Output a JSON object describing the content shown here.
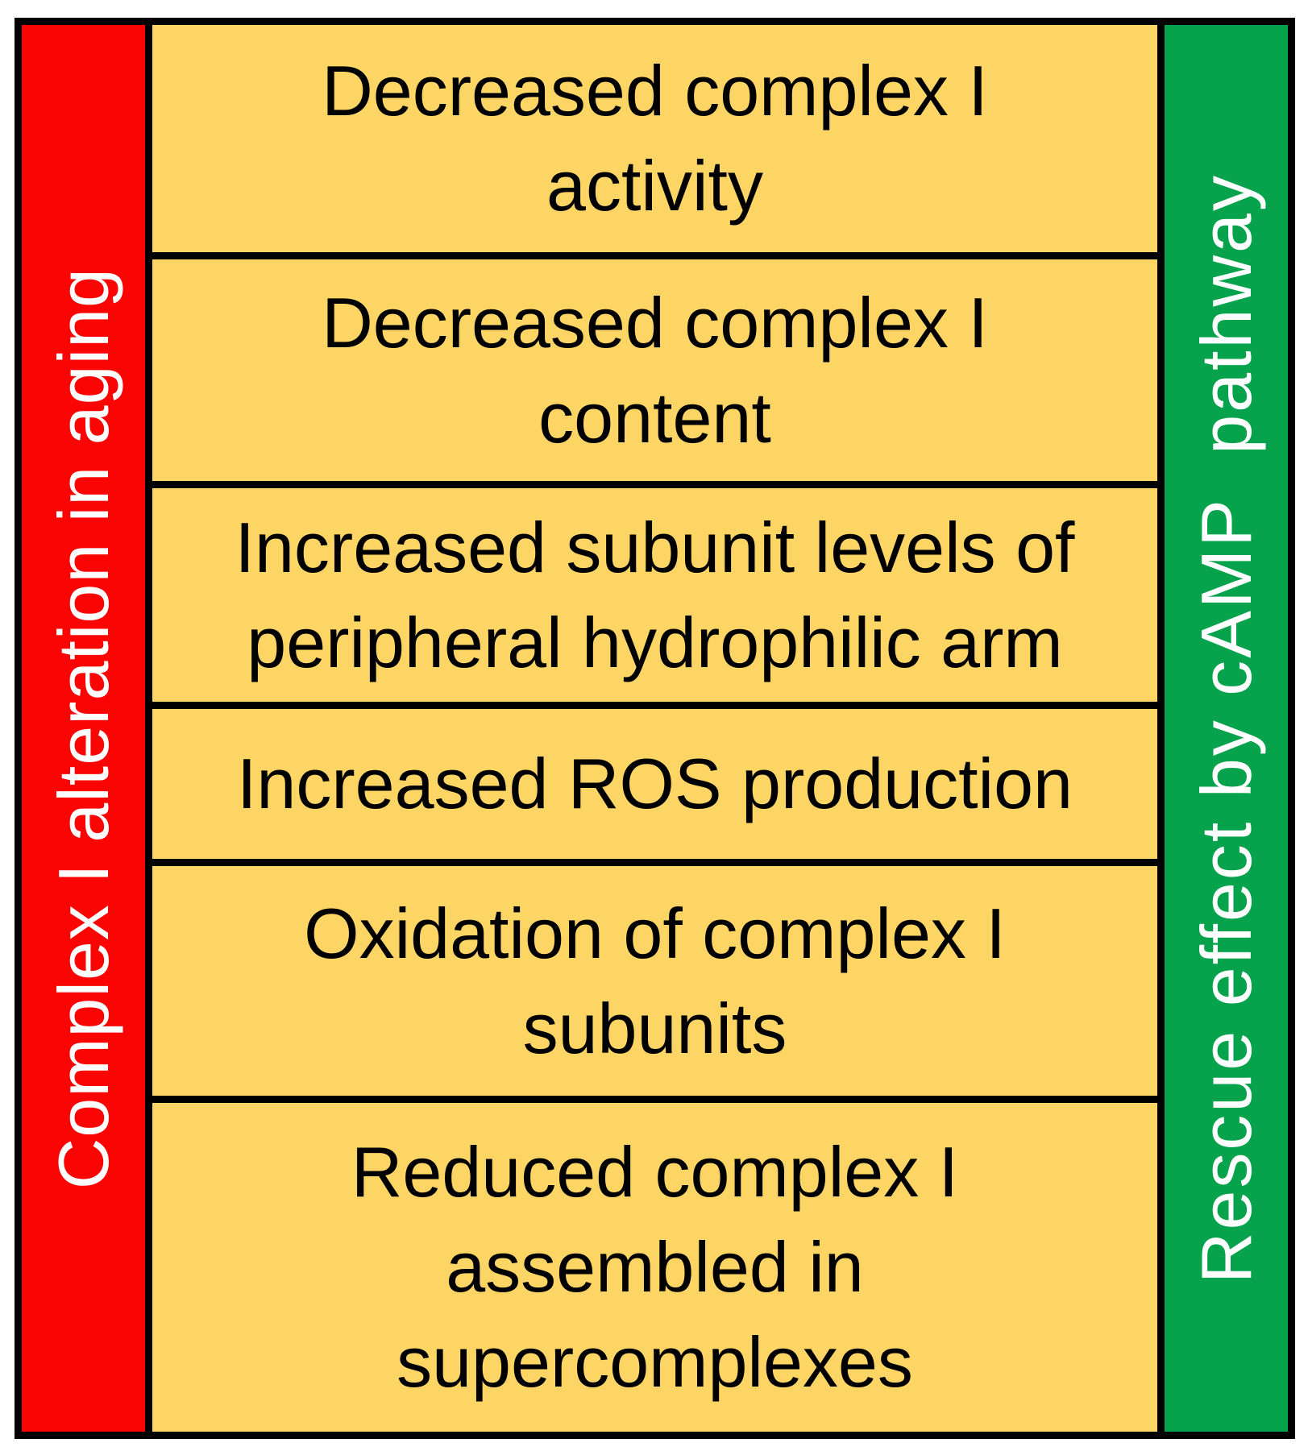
{
  "figure": {
    "border_color": "#000000",
    "left_band": {
      "label": "Complex I alteration in aging",
      "background": "#FA0404",
      "text_color": "#FFFFFF"
    },
    "center_column": {
      "background": "#FCD565",
      "text_color": "#000000",
      "rows": [
        {
          "lines": [
            "Decreased complex I",
            "activity"
          ]
        },
        {
          "lines": [
            "Decreased complex I",
            "content"
          ]
        },
        {
          "lines": [
            "Increased subunit levels of",
            "peripheral hydrophilic arm"
          ]
        },
        {
          "lines": [
            "Increased ROS production"
          ]
        },
        {
          "lines": [
            "Oxidation of complex I",
            "subunits"
          ]
        },
        {
          "lines": [
            "Reduced complex I",
            "assembled in",
            "supercomplexes"
          ]
        }
      ]
    },
    "right_band": {
      "label": "Rescue effect by cAMP  pathway",
      "background": "#07A34C",
      "text_color": "#FFFFFF"
    }
  }
}
